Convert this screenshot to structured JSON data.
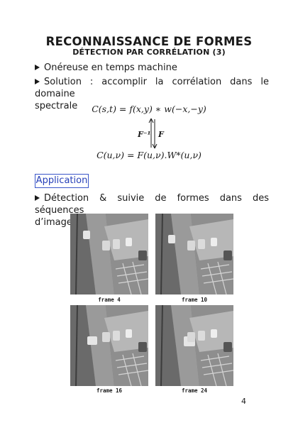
{
  "title": "RECONNAISSANCE DE FORMES",
  "subtitle": "DÉTECTION PAR CORRÉLATION (3)",
  "bullets": {
    "b1": "Onéreuse en temps machine",
    "b2_line1": "Solution : accomplir la corrélation dans le domaine",
    "b2_line2": "spectrale",
    "b3_line1": "Détection & suivie de formes dans des séquences",
    "b3_line2": "d’images"
  },
  "equations": {
    "eq1": "C(s,t) = f(x,y) ∗ w(−x,−y)",
    "eq2": "C(u,ν) = F(u,ν).W*(u,ν)",
    "inverse_label": "F⁻¹",
    "forward_label": "F"
  },
  "application_label": "Application",
  "frames": [
    {
      "caption": "frame 4"
    },
    {
      "caption": "frame 10"
    },
    {
      "caption": "frame 16"
    },
    {
      "caption": "frame 24"
    }
  ],
  "page_number": "4"
}
